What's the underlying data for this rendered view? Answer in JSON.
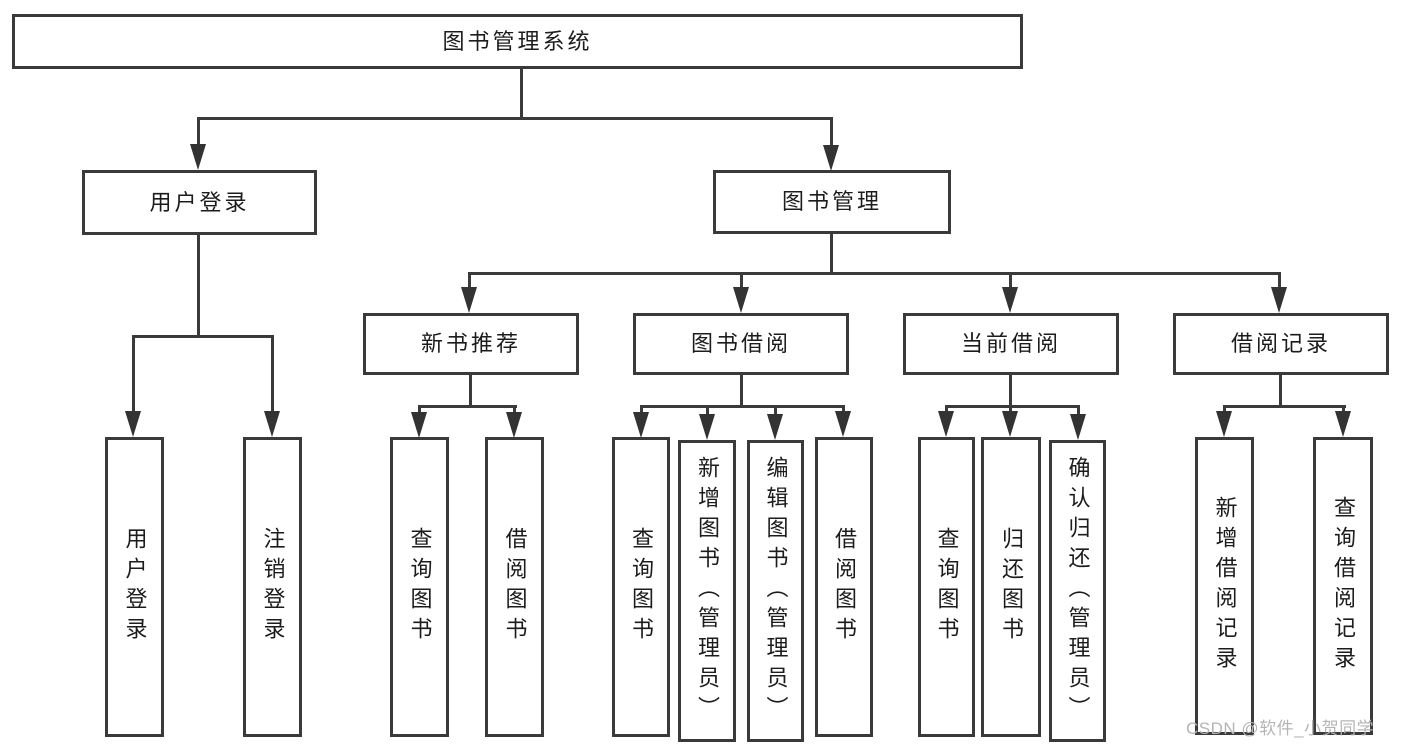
{
  "tree": {
    "label": "图书管理系统",
    "children": [
      {
        "label": "用户登录",
        "children": [
          {
            "label": "用户登录"
          },
          {
            "label": "注销登录"
          }
        ]
      },
      {
        "label": "图书管理",
        "children": [
          {
            "label": "新书推荐",
            "children": [
              {
                "label": "查询图书"
              },
              {
                "label": "借阅图书"
              }
            ]
          },
          {
            "label": "图书借阅",
            "children": [
              {
                "label": "查询图书"
              },
              {
                "label": "新增图书（管理员）"
              },
              {
                "label": "编辑图书（管理员）"
              },
              {
                "label": "借阅图书"
              }
            ]
          },
          {
            "label": "当前借阅",
            "children": [
              {
                "label": "查询图书"
              },
              {
                "label": "归还图书"
              },
              {
                "label": "确认归还（管理员）"
              }
            ]
          },
          {
            "label": "借阅记录",
            "children": [
              {
                "label": "新增借阅记录"
              },
              {
                "label": "查询借阅记录"
              }
            ]
          }
        ]
      }
    ]
  },
  "watermark": {
    "text": "CSDN @软件_小贺同学"
  },
  "colors": {
    "line": "#3a3a3a",
    "arrow": "#333333",
    "text": "#1c1c1c",
    "watermark": "#b5b5b5",
    "background": "#ffffff"
  }
}
